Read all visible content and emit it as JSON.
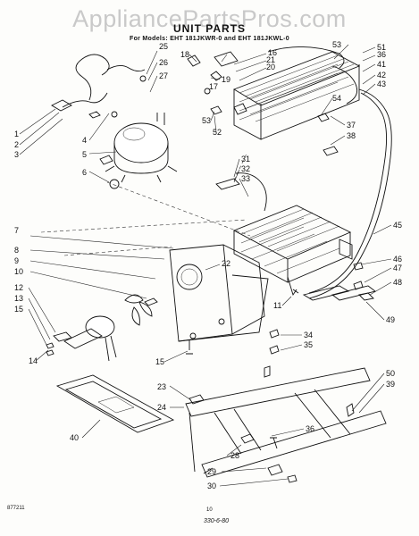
{
  "watermark": "AppliancePartsPros.com",
  "header": {
    "title": "UNIT PARTS",
    "models": "For Models: EHT 181JKWR-0 and EHT 181JKWL-0"
  },
  "callouts": [
    "1",
    "2",
    "3",
    "4",
    "5",
    "6",
    "7",
    "8",
    "9",
    "10",
    "11",
    "12",
    "13",
    "14",
    "15",
    "15",
    "16",
    "17",
    "18",
    "19",
    "20",
    "21",
    "22",
    "23",
    "24",
    "25",
    "26",
    "27",
    "28",
    "29",
    "30",
    "31",
    "32",
    "33",
    "34",
    "35",
    "36",
    "36",
    "37",
    "38",
    "39",
    "40",
    "41",
    "42",
    "43",
    "45",
    "46",
    "47",
    "48",
    "49",
    "50",
    "51",
    "52",
    "53",
    "53",
    "54"
  ],
  "footer": {
    "figure_id": "877211",
    "page_number": "10",
    "code": "330-6-80"
  }
}
